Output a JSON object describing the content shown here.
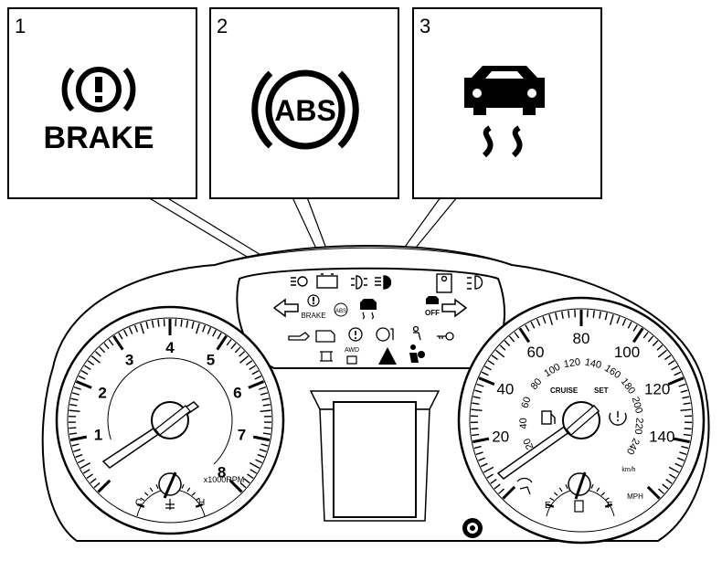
{
  "callouts": [
    {
      "number": "1",
      "icon": "brake-warning-icon",
      "text": "BRAKE"
    },
    {
      "number": "2",
      "icon": "abs-warning-icon",
      "text": "ABS"
    },
    {
      "number": "3",
      "icon": "traction-control-icon"
    }
  ],
  "cluster": {
    "tach_numbers": [
      "1",
      "2",
      "3",
      "4",
      "5",
      "6",
      "7",
      "8"
    ],
    "tach_unit": "x1000RPM",
    "temp_cold": "C",
    "temp_hot": "H",
    "speed_mph": [
      "20",
      "40",
      "60",
      "80",
      "100",
      "120",
      "140"
    ],
    "speed_kmh": [
      "20",
      "40",
      "60",
      "80",
      "100",
      "120",
      "140",
      "160",
      "180",
      "200",
      "220",
      "240"
    ],
    "speed_kmh_unit": "km/h",
    "speed_mph_unit": "MPH",
    "cruise": "CRUISE",
    "set": "SET",
    "fuel_empty": "E",
    "fuel_full": "F",
    "tell_brake": "BRAKE",
    "tell_abs": "ABS",
    "tell_off": "OFF",
    "tell_awd": "AWD"
  }
}
